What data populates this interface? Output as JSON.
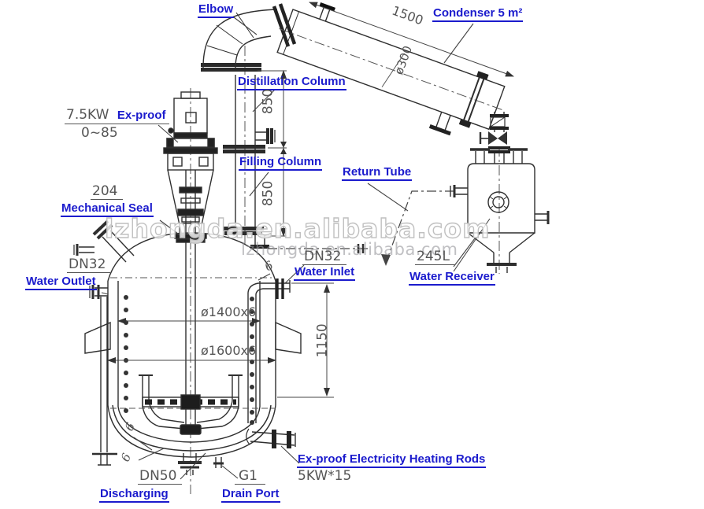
{
  "colors": {
    "label_blue": "#1b1bcd",
    "dim_gray": "#555555",
    "line": "#2f2f2f"
  },
  "watermark": {
    "large": "lzhongda.en.alibaba.com",
    "small": "lzhongda.en.alibaba.com"
  },
  "labels": {
    "elbow": "Elbow",
    "condenser": "Condenser 5 m²",
    "distillation_column": "Distillation Column",
    "filling_column": "Filling Column",
    "return_tube": "Return Tube",
    "motor_power": "7.5KW",
    "motor_type": "Ex-proof",
    "motor_range": "0~85",
    "seal_model": "204",
    "mechanical_seal": "Mechanical Seal",
    "water_outlet_dn": "DN32",
    "water_outlet": "Water Outlet",
    "water_inlet_dn": "DN32",
    "water_inlet": "Water Inlet",
    "receiver_volume": "245L",
    "water_receiver": "Water Receiver",
    "heating_rods": "Ex-proof Electricity Heating Rods",
    "heating_power": "5KW*15",
    "discharge_dn": "DN50",
    "discharging": "Discharging",
    "drain_size": "G1",
    "drain_port": "Drain Port"
  },
  "dimensions": {
    "condenser_length": "1500",
    "condenser_diameter": "ø300",
    "column_upper": "850",
    "column_lower": "850",
    "inner_diameter": "ø1400x6",
    "outer_diameter": "ø1600x6",
    "shell_height": "1150",
    "thickness_dome": "6",
    "thickness_dish_1": "6",
    "thickness_dish_2": "6"
  }
}
